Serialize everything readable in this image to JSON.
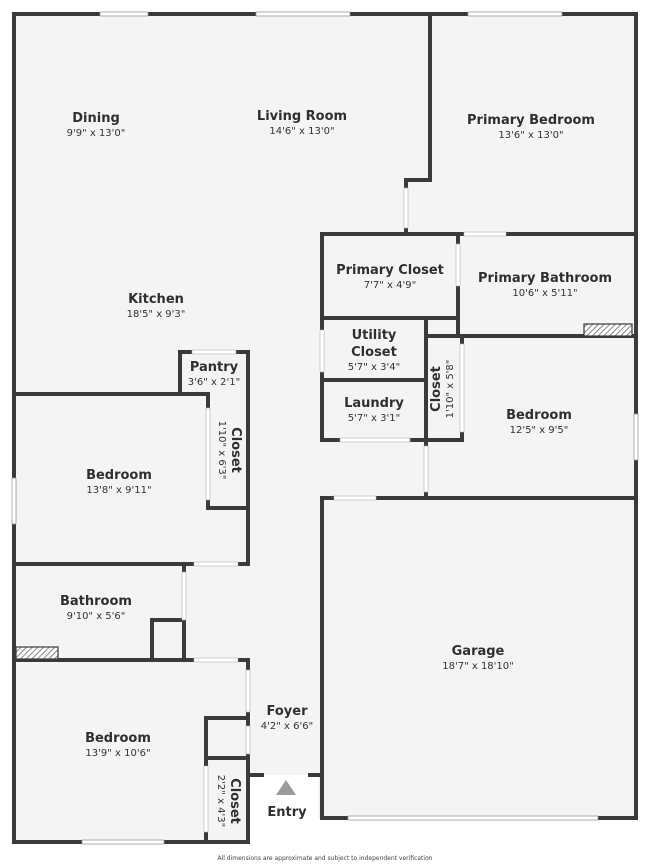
{
  "colors": {
    "wall": "#3a3a3a",
    "floor": "#f4f4f4",
    "window": "#ffffff",
    "entry_marker": "#9b9b9b"
  },
  "rooms": {
    "dining": {
      "name": "Dining",
      "dim": "9'9\" x 13'0\""
    },
    "living_room": {
      "name": "Living Room",
      "dim": "14'6\" x 13'0\""
    },
    "primary_bedroom": {
      "name": "Primary Bedroom",
      "dim": "13'6\" x 13'0\""
    },
    "kitchen": {
      "name": "Kitchen",
      "dim": "18'5\" x 9'3\""
    },
    "primary_closet": {
      "name": "Primary Closet",
      "dim": "7'7\" x 4'9\""
    },
    "primary_bathroom": {
      "name": "Primary Bathroom",
      "dim": "10'6\" x 5'11\""
    },
    "utility_closet": {
      "name_1": "Utility",
      "name_2": "Closet",
      "dim": "5'7\" x 3'4\""
    },
    "laundry": {
      "name": "Laundry",
      "dim": "5'7\" x 3'1\""
    },
    "pantry": {
      "name": "Pantry",
      "dim": "3'6\" x 2'1\""
    },
    "closet_right": {
      "name": "Closet",
      "dim": "1'10\" x 5'8\""
    },
    "bedroom_right": {
      "name": "Bedroom",
      "dim": "12'5\" x 9'5\""
    },
    "closet_left_upper": {
      "name": "Closet",
      "dim": "1'10\" x 6'3\""
    },
    "bedroom_left_upper": {
      "name": "Bedroom",
      "dim": "13'8\" x 9'11\""
    },
    "bathroom": {
      "name": "Bathroom",
      "dim": "9'10\" x 5'6\""
    },
    "garage": {
      "name": "Garage",
      "dim": "18'7\" x 18'10\""
    },
    "foyer": {
      "name": "Foyer",
      "dim": "4'2\" x 6'6\""
    },
    "bedroom_left_lower": {
      "name": "Bedroom",
      "dim": "13'9\" x 10'6\""
    },
    "closet_left_lower": {
      "name": "Closet",
      "dim": "2'2\" x 4'3\""
    }
  },
  "entry_label": "Entry",
  "footer": "All dimensions are approximate and subject to independent verification"
}
